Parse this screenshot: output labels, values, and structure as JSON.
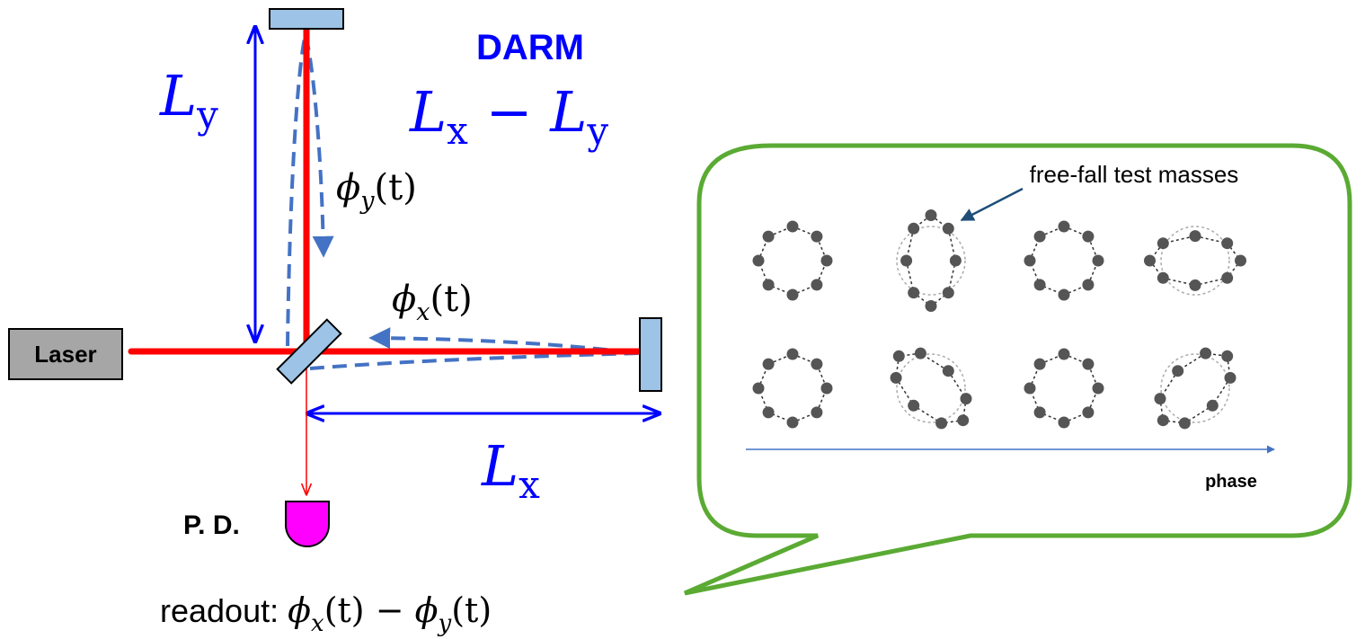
{
  "labels": {
    "laser": "Laser",
    "pd": "P. D.",
    "darm": "DARM",
    "darm_formula": {
      "a": "L",
      "a_sub": "x",
      "op": " − ",
      "b": "L",
      "b_sub": "y"
    },
    "ly": {
      "main": "L",
      "sub": "y"
    },
    "lx": {
      "main": "L",
      "sub": "x"
    },
    "phi_y": {
      "main": "ϕ",
      "sub": "y",
      "arg": "(t)"
    },
    "phi_x": {
      "main": "ϕ",
      "sub": "x",
      "arg": "(t)"
    },
    "readout": {
      "prefix": "readout: ",
      "p1": "ϕ",
      "p1_sub": "x",
      "p1_arg": "(t)",
      "op": " − ",
      "p2": "ϕ",
      "p2_sub": "y",
      "p2_arg": "(t)"
    }
  },
  "callout": {
    "annotation": "free-fall test masses",
    "axis_label": "phase"
  },
  "colors": {
    "beam": "#ff0000",
    "dimension_arrow": "#0000ff",
    "phase_arrow": "#4472c4",
    "mirror_fill": "#9dc3e6",
    "laser_fill": "#a6a6a6",
    "photodiode_fill": "#ff00ff",
    "callout_border": "#5aaa33",
    "mass_fill": "#555555",
    "annotation_arrow": "#1f4e79"
  }
}
